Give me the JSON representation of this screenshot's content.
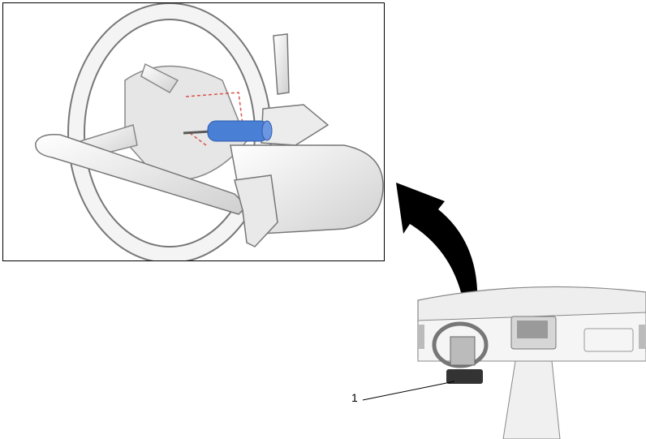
{
  "callouts": [
    {
      "label": "1"
    }
  ],
  "icons": {
    "detail": "steering-column-detail-illustration",
    "overview": "instrument-panel-overview-illustration",
    "tool": "blue-screwdriver-icon"
  },
  "colors": {
    "line": "#000000",
    "part_fill": "#f2f2f2",
    "part_shade": "#d9d9d9",
    "tool": "#4a7fd6",
    "hidden_detail": "#d9534f"
  }
}
